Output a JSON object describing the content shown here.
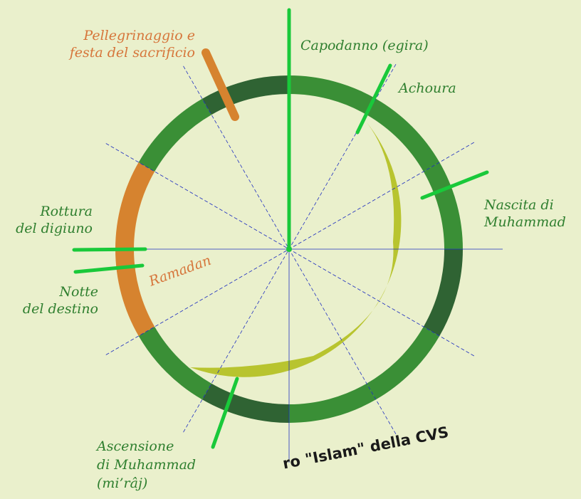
{
  "diagram": {
    "labels": {
      "hajj": [
        "Pellegrinaggio e",
        "festa del sacrificio"
      ],
      "new_year": "Capodanno (egira)",
      "achoura": "Achoura",
      "birth": [
        "Nascita di",
        "Muhammad"
      ],
      "break_fast": [
        "Rottura",
        "del digiuno"
      ],
      "ramadan": "Ramadan",
      "destiny": [
        "Notte",
        "del destino"
      ],
      "ascension": [
        "Ascensione",
        "di Muhammad",
        "(mi’râj)"
      ]
    },
    "footer_text": "ro \"Islam\" della CVS",
    "colors": {
      "background": "#eaf0cc",
      "ring_light": "#3a8f36",
      "ring_dark": "#2f6333",
      "ramadan": "#d6832f",
      "crescent": "#b8c42f",
      "marker": "#19c93a",
      "label_green": "#2f7f2f",
      "label_orange": "#d6753a",
      "spoke": "#2030c0"
    }
  }
}
